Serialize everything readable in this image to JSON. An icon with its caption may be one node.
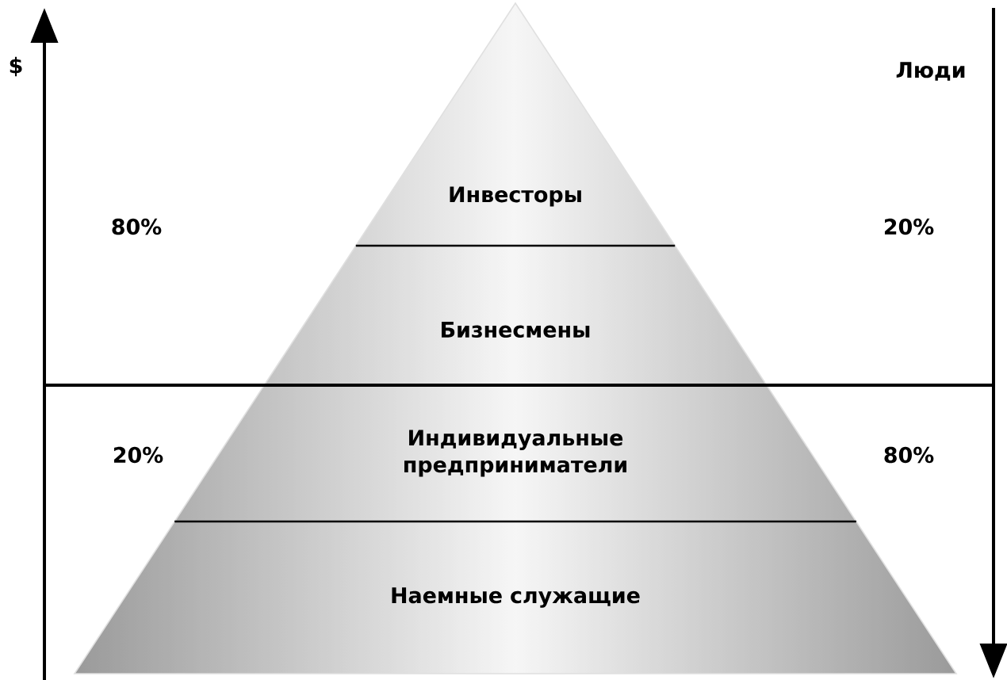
{
  "diagram": {
    "nodes": [
      {
        "text": [
          "Инвесторы"
        ]
      },
      {
        "text": [
          "Бизнесмены"
        ]
      },
      {
        "text": [
          "Индивидуальные предприниматели"
        ]
      },
      {
        "text": [
          "Наемные служащие"
        ]
      }
    ],
    "labels": [
      "$",
      "Люди",
      "80%",
      "20%",
      "20%",
      "80%"
    ]
  }
}
